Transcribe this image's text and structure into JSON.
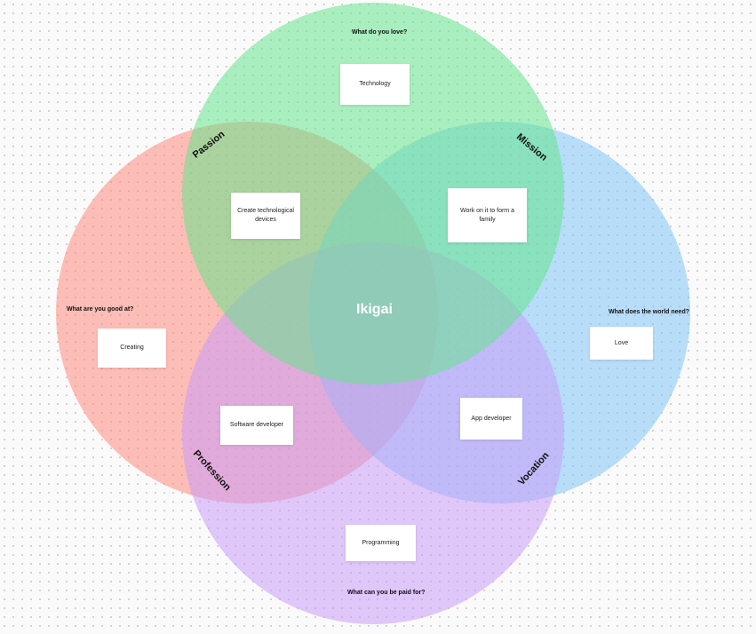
{
  "diagram": {
    "center": "Ikigai",
    "colors": {
      "love": "#66e38c",
      "good_at": "#ff8a80",
      "world_needs": "#7fc4f7",
      "paid_for": "#c89cf7"
    },
    "questions": {
      "love": "What do you love?",
      "good_at": "What are you good at?",
      "world_needs": "What does the world need?",
      "paid_for": "What can you be paid for?"
    },
    "overlaps": {
      "passion": "Passion",
      "mission": "Mission",
      "profession": "Profession",
      "vocation": "Vocation"
    },
    "cards": {
      "technology": "Technology",
      "create_devices": "Create technological devices",
      "form_family": "Work on it to form a family",
      "creating": "Creating",
      "love": "Love",
      "software_dev": "Software developer",
      "app_dev": "App developer",
      "programming": "Programming"
    }
  }
}
